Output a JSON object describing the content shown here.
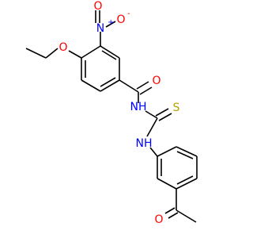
{
  "molecule": {
    "atoms": {
      "o_nitro_top": "O",
      "n_nitro": "N",
      "o_nitro_right": "O",
      "o_ether": "O",
      "o_amide": "O",
      "nh_amide": "NH",
      "s_thio": "S",
      "nh_anilino": "NH",
      "o_acetyl": "O"
    },
    "charges": {
      "n_nitro_plus": "+",
      "o_nitro_minus": "-"
    }
  },
  "colors": {
    "bond": "#000000",
    "oxygen": "#ff0000",
    "nitrogen": "#0000ff",
    "sulfur": "#b8a000"
  }
}
